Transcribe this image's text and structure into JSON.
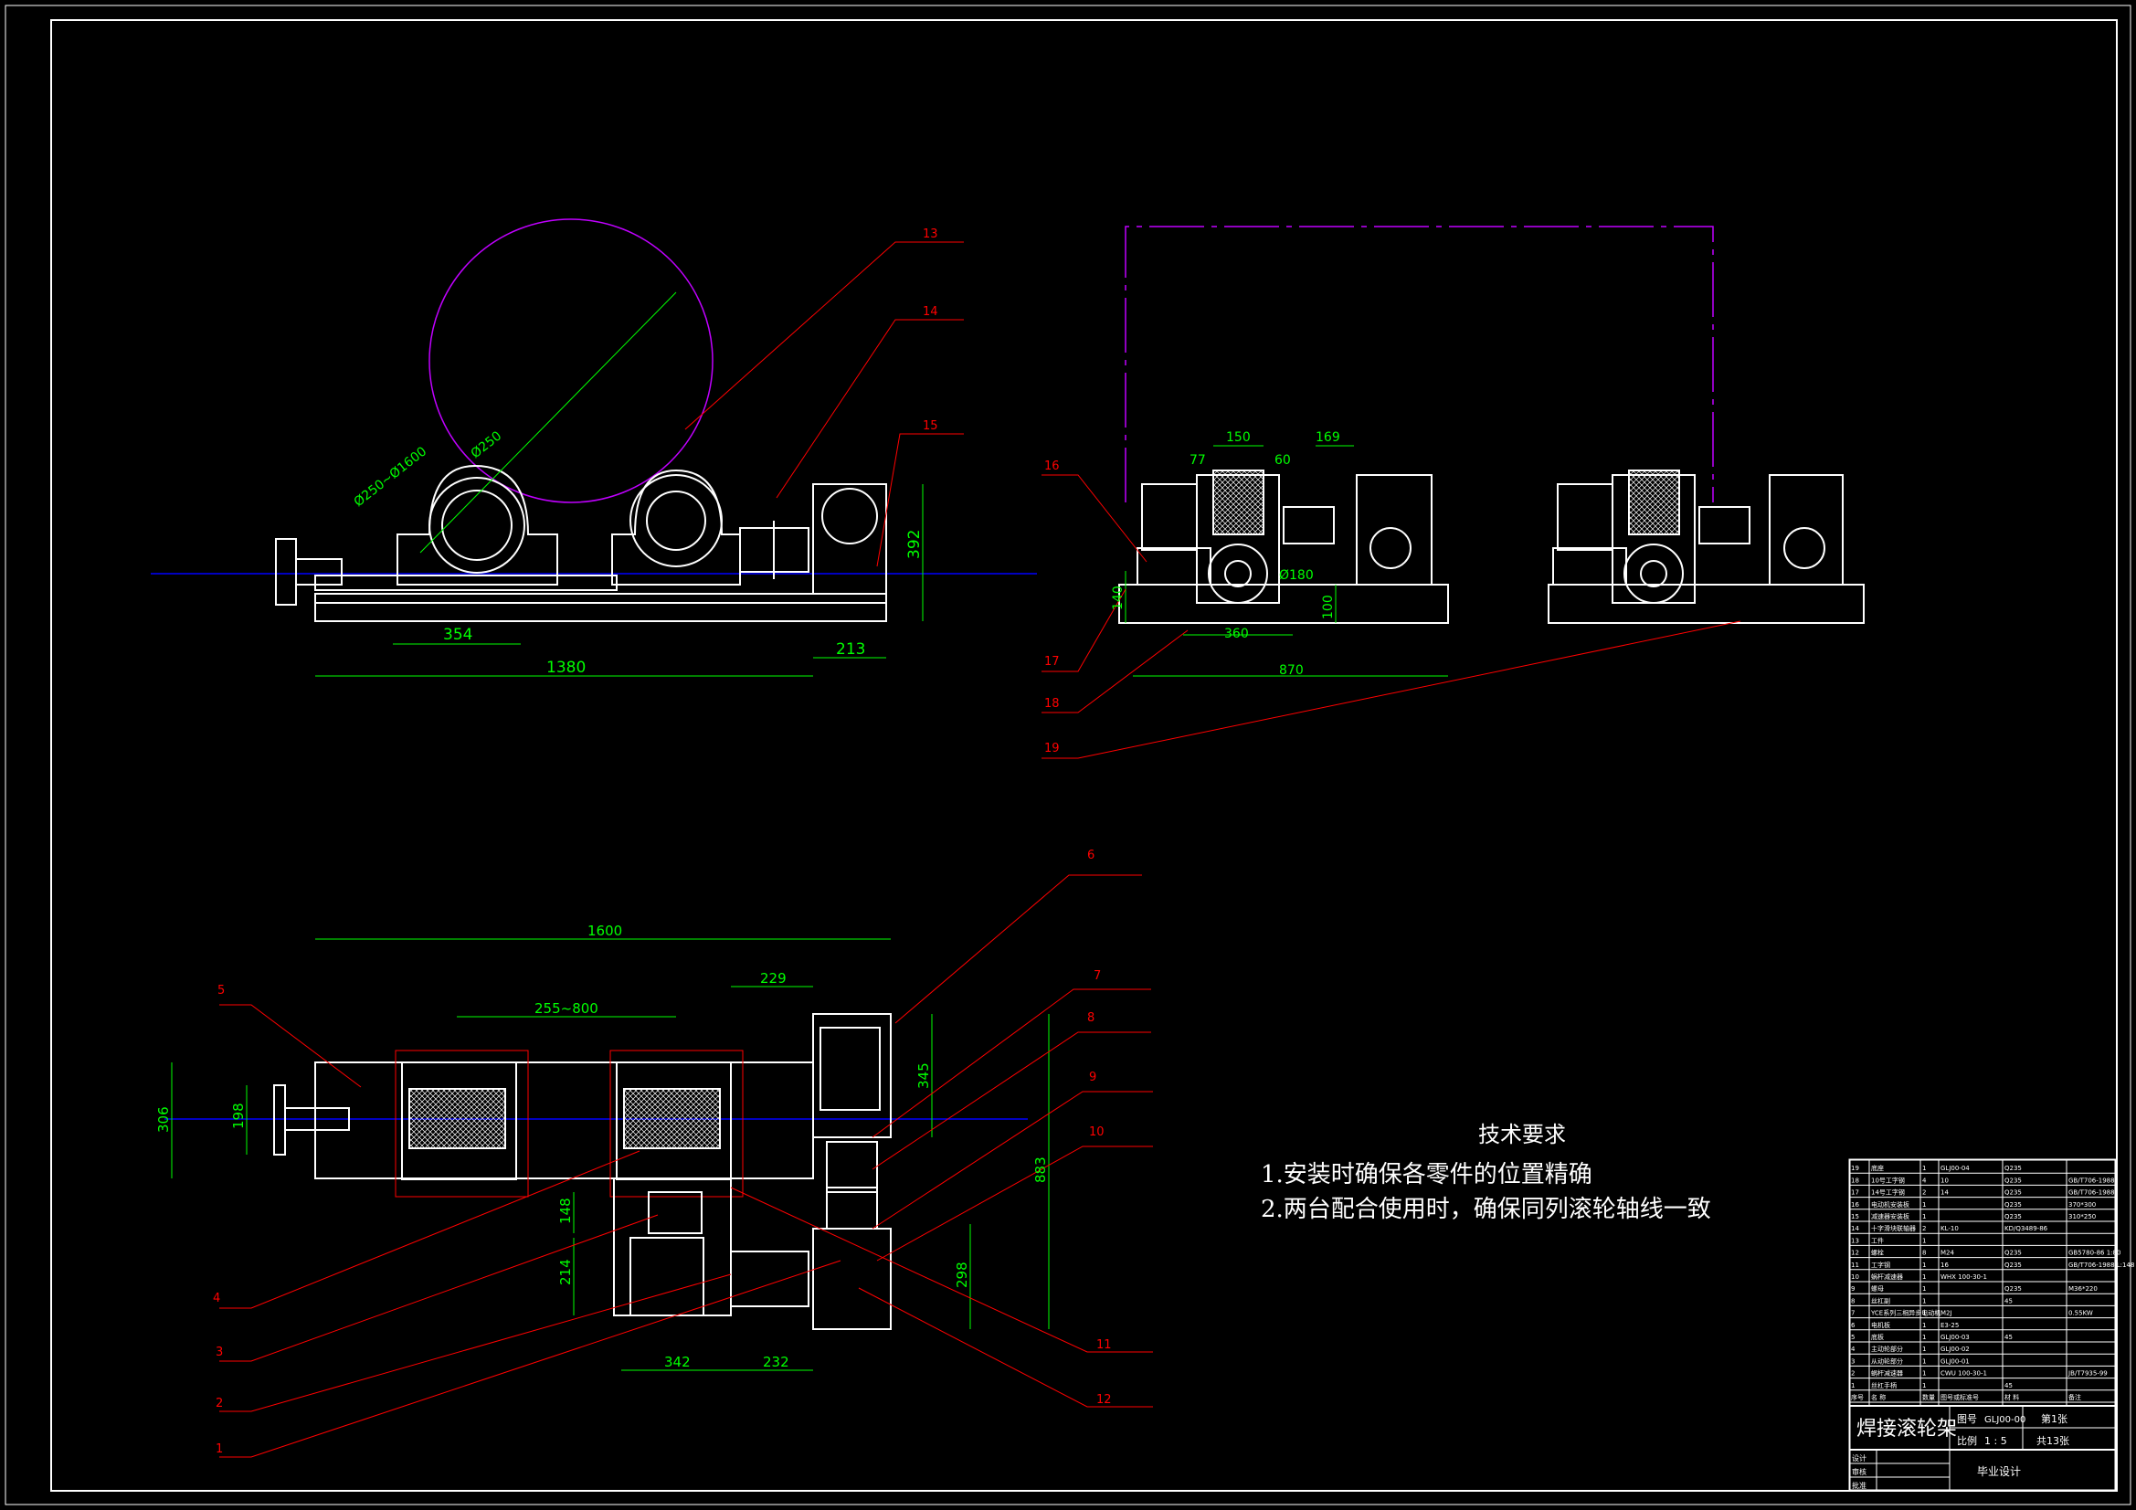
{
  "drawing": {
    "title": "焊接滚轮架",
    "label_drawing_no": "图号",
    "drawing_no": "GLJ00-00",
    "sheet": "第1张",
    "label_scale": "比例",
    "scale": "1 : 5",
    "sheets_total": "共13张",
    "design_type": "毕业设计",
    "header_labels": [
      "序号",
      "名 称",
      "数量",
      "图号或标准号",
      "材 料",
      "备注"
    ],
    "signature_labels": [
      "设计",
      "审核",
      "批准"
    ]
  },
  "tech_requirements": {
    "title": "技术要求",
    "items": [
      "1.安装时确保各零件的位置精确",
      "2.两台配合使用时，确保同列滚轮轴线一致"
    ]
  },
  "bom": [
    {
      "no": "19",
      "name": "底座",
      "qty": "1",
      "ref": "GLJ00-04",
      "mat": "Q235",
      "note": ""
    },
    {
      "no": "18",
      "name": "10号工字钢",
      "qty": "4",
      "ref": "10",
      "mat": "Q235",
      "note": "GB/T706-1988"
    },
    {
      "no": "17",
      "name": "14号工字钢",
      "qty": "2",
      "ref": "14",
      "mat": "Q235",
      "note": "GB/T706-1988"
    },
    {
      "no": "16",
      "name": "电动机安装板",
      "qty": "1",
      "ref": "",
      "mat": "Q235",
      "note": "370*300"
    },
    {
      "no": "15",
      "name": "减速器安装板",
      "qty": "1",
      "ref": "",
      "mat": "Q235",
      "note": "310*250"
    },
    {
      "no": "14",
      "name": "十字滑块联轴器",
      "qty": "2",
      "ref": "KL-10",
      "mat": "KD/Q3489-86",
      "note": ""
    },
    {
      "no": "13",
      "name": "工件",
      "qty": "1",
      "ref": "",
      "mat": "",
      "note": ""
    },
    {
      "no": "12",
      "name": "螺栓",
      "qty": "8",
      "ref": "M24",
      "mat": "Q235",
      "note": "GB5780-86 1:80"
    },
    {
      "no": "11",
      "name": "工字钢",
      "qty": "1",
      "ref": "16",
      "mat": "Q235",
      "note": "GB/T706-1988 L:148"
    },
    {
      "no": "10",
      "name": "蜗杆减速器",
      "qty": "1",
      "ref": "WHX 100-30-1",
      "mat": "",
      "note": ""
    },
    {
      "no": "9",
      "name": "螺母",
      "qty": "1",
      "ref": "",
      "mat": "Q235",
      "note": "M36*220"
    },
    {
      "no": "8",
      "name": "丝杠副",
      "qty": "1",
      "ref": "",
      "mat": "45",
      "note": ""
    },
    {
      "no": "7",
      "name": "YCE系列三相异步电动机",
      "qty": "1",
      "ref": "M2J",
      "mat": "",
      "note": "0.55KW"
    },
    {
      "no": "6",
      "name": "电机板",
      "qty": "1",
      "ref": "E3-25",
      "mat": "",
      "note": ""
    },
    {
      "no": "5",
      "name": "底板",
      "qty": "1",
      "ref": "GLJ00-03",
      "mat": "45",
      "note": ""
    },
    {
      "no": "4",
      "name": "主动轮部分",
      "qty": "1",
      "ref": "GLJ00-02",
      "mat": "",
      "note": ""
    },
    {
      "no": "3",
      "name": "从动轮部分",
      "qty": "1",
      "ref": "GLJ00-01",
      "mat": "",
      "note": ""
    },
    {
      "no": "2",
      "name": "蜗杆减速器",
      "qty": "1",
      "ref": "CWU 100-30-1",
      "mat": "",
      "note": "JB/T7935-99"
    },
    {
      "no": "1",
      "name": "丝杠手柄",
      "qty": "1",
      "ref": "",
      "mat": "45",
      "note": ""
    }
  ],
  "dimensions": {
    "front": [
      "354",
      "1380",
      "213",
      "392",
      "Ø250~Ø1600",
      "Ø250"
    ],
    "side": [
      "77",
      "150",
      "60",
      "169",
      "140",
      "Ø180",
      "100",
      "360",
      "870"
    ],
    "plan": [
      "1600",
      "229",
      "255~800",
      "306",
      "198",
      "345",
      "883",
      "148",
      "214",
      "298",
      "342",
      "232"
    ]
  },
  "balloons": {
    "front": [
      "13",
      "14",
      "15"
    ],
    "side": [
      "16",
      "17",
      "18",
      "19"
    ],
    "plan_left": [
      "5",
      "4",
      "3",
      "2",
      "1"
    ],
    "plan_right": [
      "6",
      "7",
      "8",
      "9",
      "10",
      "11",
      "12"
    ]
  },
  "colors": {
    "background": "#000000",
    "line": "#ffffff",
    "dimension": "#00ff00",
    "leader": "#ff0000",
    "centerline": "#0000ff",
    "phantom": "#c000ff"
  }
}
